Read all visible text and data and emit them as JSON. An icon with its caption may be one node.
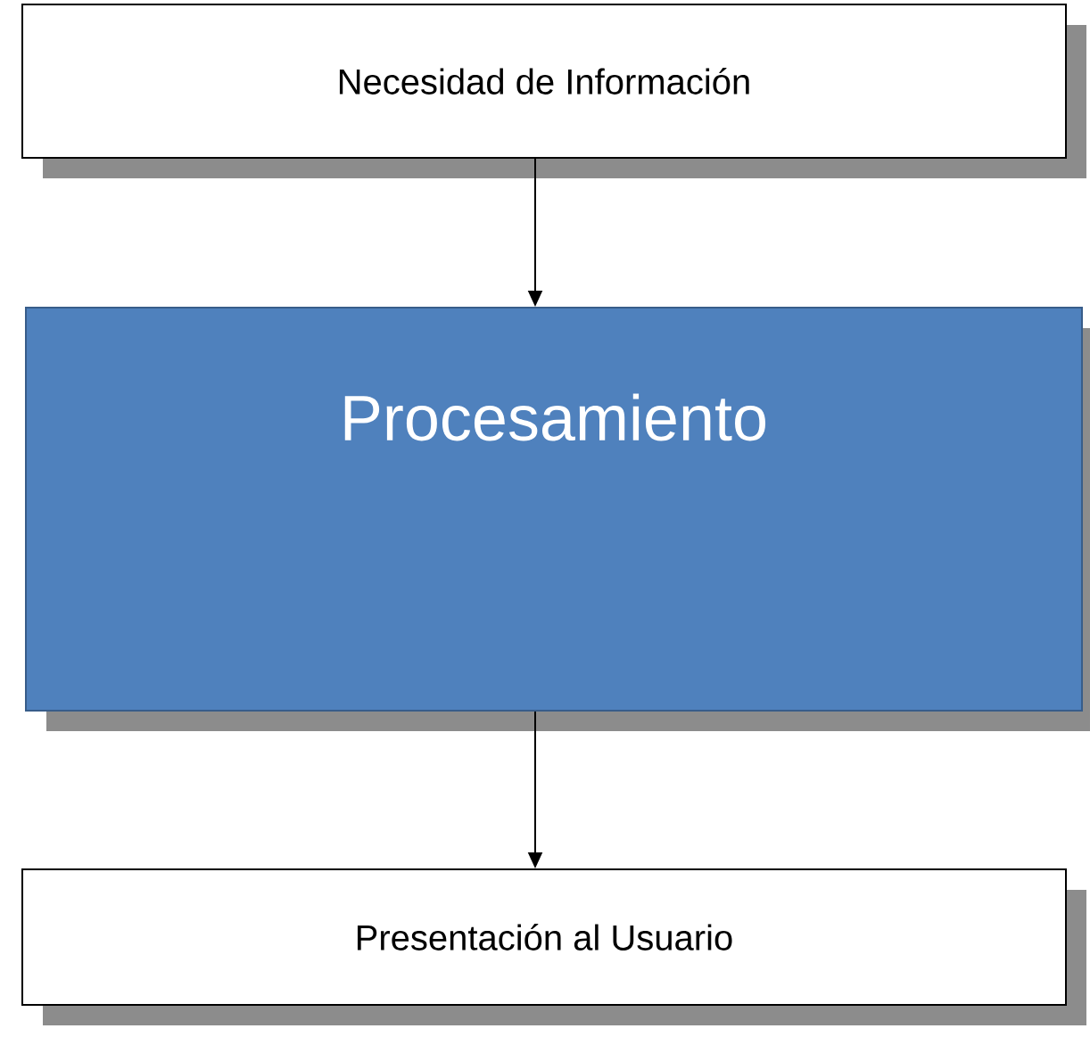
{
  "diagram": {
    "nodes": [
      {
        "text": [
          "Necesidad de Información"
        ]
      },
      {
        "text": [
          "Procesamiento"
        ]
      },
      {
        "text": [
          "Presentación al Usuario"
        ]
      }
    ],
    "edges": [
      {
        "from": 0,
        "to": 1,
        "arrow": "to"
      },
      {
        "from": 1,
        "to": 2,
        "arrow": "to"
      }
    ]
  }
}
